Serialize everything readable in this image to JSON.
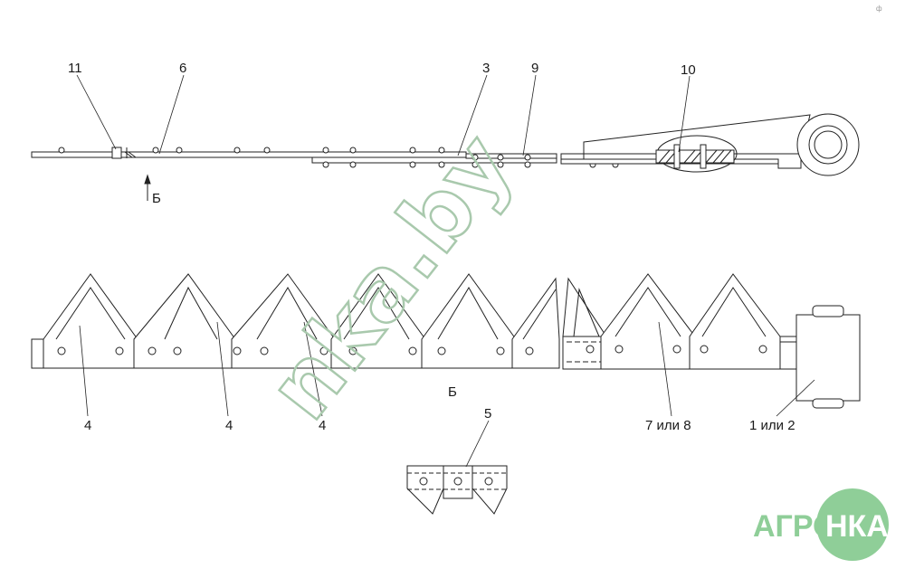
{
  "callouts": {
    "c11": "11",
    "c6": "6",
    "c3": "3",
    "c9": "9",
    "c10": "10",
    "c4a": "4",
    "c4b": "4",
    "c4c": "4",
    "c78": "7 или 8",
    "c12": "1 или 2",
    "c5": "5"
  },
  "view_marker": {
    "arrow_label": "Б",
    "view_label": "Б"
  },
  "watermark": {
    "text": "nka.by",
    "color": "#a9c9ad"
  },
  "logo": {
    "left": "АГРО",
    "right": "НКА",
    "color": "#8fce98"
  },
  "corner_note": "ф"
}
